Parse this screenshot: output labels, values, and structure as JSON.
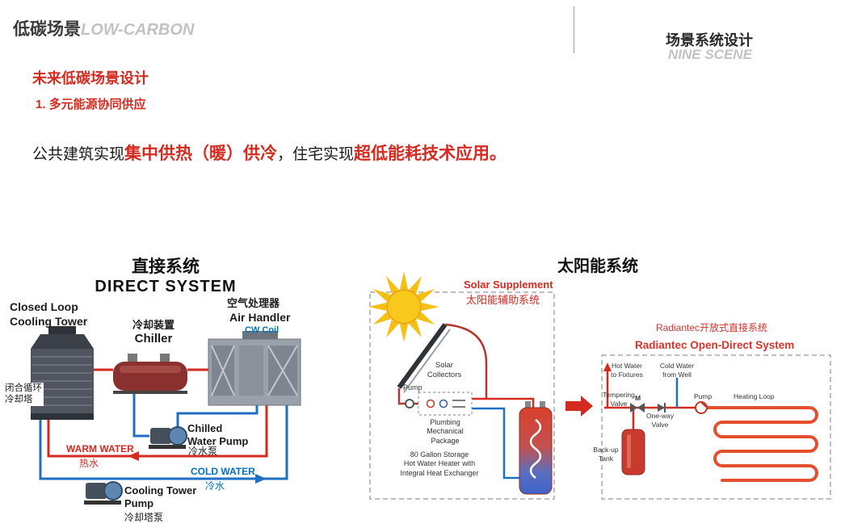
{
  "colors": {
    "accent_red": "#d42a20",
    "muted_gray": "#c2c2c2",
    "cold_blue": "#0070c0",
    "pipe_red": "#d42a20",
    "pipe_blue": "#1f6fc4",
    "coil_orange": "#e25030"
  },
  "header": {
    "section_cn": "低碳场景",
    "section_en": "LOW-CARBON",
    "right_cn": "场景系统设计",
    "right_en": "NINE SCENE"
  },
  "headings": {
    "title": "未来低碳场景设计",
    "subtitle": "1. 多元能源协同供应"
  },
  "body": {
    "part1": "公共建筑实现",
    "highlight1": "集中供热（暖）供冷",
    "part2": "，住宅实现",
    "highlight2": "超低能耗技术应用。"
  },
  "direct_system": {
    "title_cn": "直接系统",
    "title_en": "DIRECT SYSTEM",
    "cooling_tower_label": "Closed Loop\nCooling Tower",
    "cooling_tower_cn": "闭合循环\n冷却塔",
    "chiller_cn": "冷却装置",
    "chiller_en": "Chiller",
    "air_handler_cn": "空气处理器",
    "air_handler_en": "Air Handler",
    "cw_coil": "CW Coil",
    "chilled_pump_en": "Chilled\nWater Pump",
    "chilled_pump_cn": "冷水泵",
    "warm_water_en": "WARM WATER",
    "warm_water_cn": "热水",
    "cold_water_en": "COLD WATER",
    "cold_water_cn": "冷水",
    "tower_pump_en": "Cooling Tower\nPump",
    "tower_pump_cn": "冷却塔泵"
  },
  "solar_system": {
    "title_cn": "太阳能系统",
    "supplement_en": "Solar Supplement",
    "supplement_cn": "太阳能辅助系统",
    "radiantec_cn": "Radiantec开放式直接系统",
    "radiantec_en": "Radiantec Open-Direct System",
    "collectors": "Solar\nCollectors",
    "pump_left": "Pump",
    "plumbing_package": "Plumbing\nMechanical\nPackage",
    "storage_heater": "80 Gallon Storage\nHot Water Heater with\nIntegral Heat Exchanger",
    "hot_water_fixtures": "Hot Water\nto Fixtures",
    "cold_water_well": "Cold Water\nfrom Well",
    "tempering_valve": "Tempering\nValve",
    "valve_m": "M",
    "one_way_valve": "One-way\nValve",
    "pump_right": "Pump",
    "heating_loop": "Heating Loop",
    "backup_tank": "Back-up\nTank"
  }
}
